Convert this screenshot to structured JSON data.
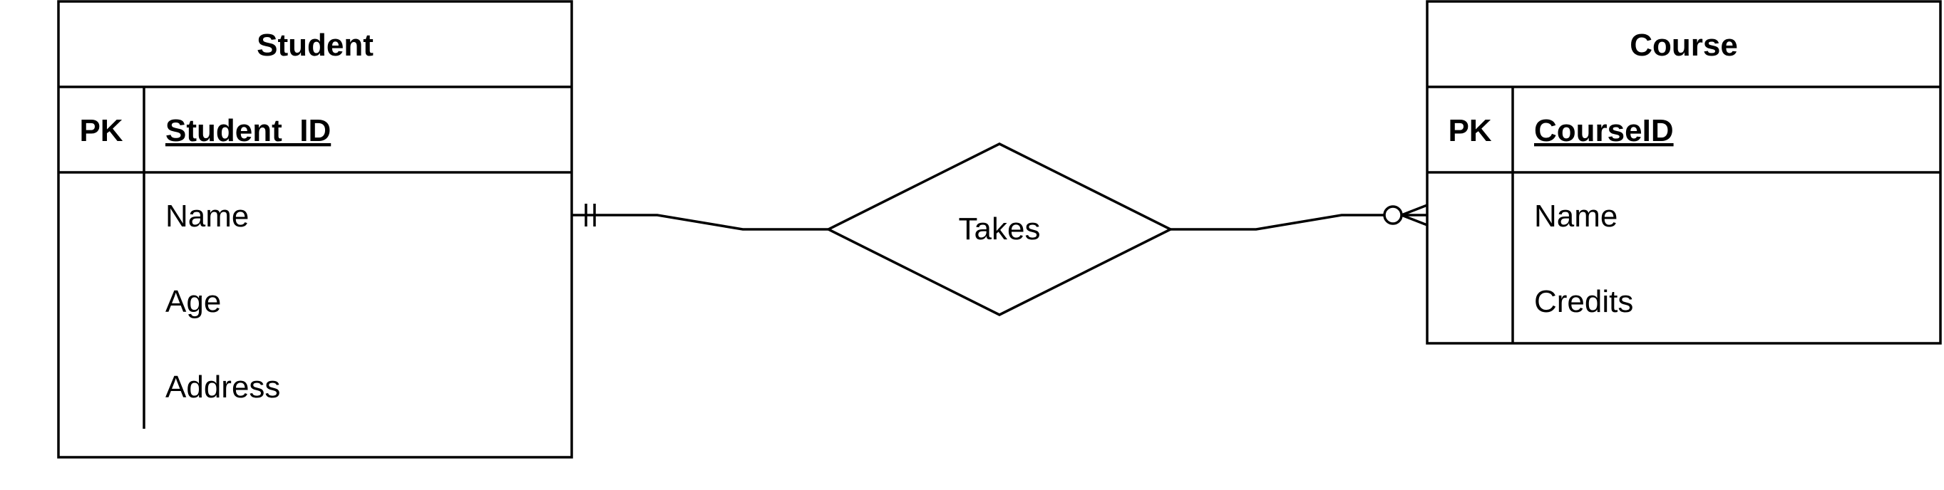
{
  "entities": {
    "student": {
      "title": "Student",
      "pk_label": "PK",
      "key": "Student_ID",
      "attributes": [
        "Name",
        "Age",
        "Address"
      ]
    },
    "course": {
      "title": "Course",
      "pk_label": "PK",
      "key": "CourseID",
      "attributes": [
        "Name",
        "Credits"
      ]
    }
  },
  "relationship": {
    "label": "Takes"
  },
  "colors": {
    "stroke": "#000000",
    "background": "#ffffff"
  }
}
